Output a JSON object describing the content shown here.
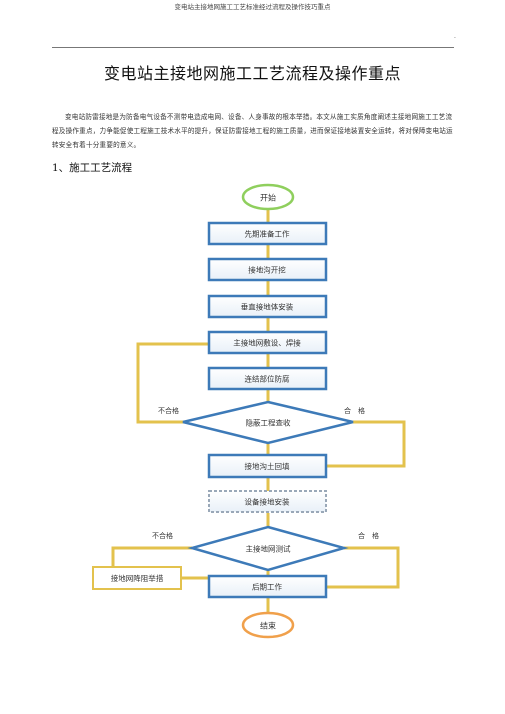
{
  "header": {
    "running_title": "变电站主接地网施工工艺标准经过流程及操作技巧重点",
    "page_mark": "."
  },
  "document": {
    "title": "变电站主接地网施工工艺流程及操作重点",
    "intro": "变电站防雷接地是为防备电气设备不测带电造成电网、设备、人身事故的根本举措。本文从施工实质角度阐述主接地网施工工艺流程及操作重点，力争能促使工程施工技术水平的提升，保证防雷接地工程的施工质量，进而保证接地装置安全运转，将对保障变电站运转安全有着十分重要的意义。",
    "section_heading": "1、施工工艺流程"
  },
  "flowchart": {
    "start": "开始",
    "steps": [
      "先期准备工作",
      "接地沟开挖",
      "垂直接地体安装",
      "主接地网敷设、焊接",
      "连结部位防腐"
    ],
    "check1": "隐蔽工程查收",
    "check1_fail": "不合格",
    "check1_pass": "合　格",
    "backfill": "接地沟土回填",
    "device_install": "设备接地安装",
    "check2": "主接地网测试",
    "check2_fail": "不合格",
    "check2_pass": "合　格",
    "remedy": "接地网降阻举措",
    "later_work": "后期工作",
    "end": "结束"
  }
}
